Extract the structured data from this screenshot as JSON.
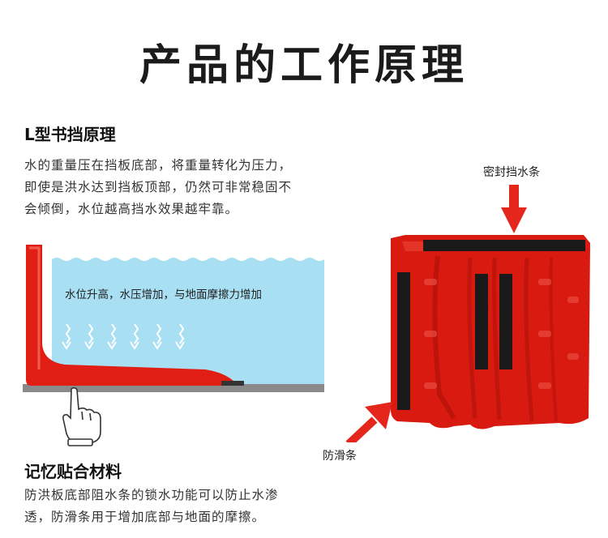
{
  "page": {
    "title": "产品的工作原理"
  },
  "section_l": {
    "heading": "L型书挡原理",
    "lines": [
      "水的重量压在挡板底部，将重量转化为压力，",
      "即使是洪水达到挡板顶部，仍然可非常稳固不",
      "会倾倒，水位越高挡水效果越牢靠。"
    ],
    "diagram_caption": "水位升高，水压增加，与地面摩擦力增加"
  },
  "section_memory": {
    "heading": "记忆贴合材料",
    "lines": [
      "防洪板底部阻水条的锁水功能可以防止水渗",
      "透，防滑条用于增加底部与地面的摩擦。"
    ]
  },
  "product": {
    "seal_label": "密封挡水条",
    "antislip_label": "防滑条"
  },
  "colors": {
    "board_red": "#e01e14",
    "water_blue": "#a9dff2",
    "arrow_red": "#e5261c",
    "strip_black": "#1a1a1a"
  }
}
